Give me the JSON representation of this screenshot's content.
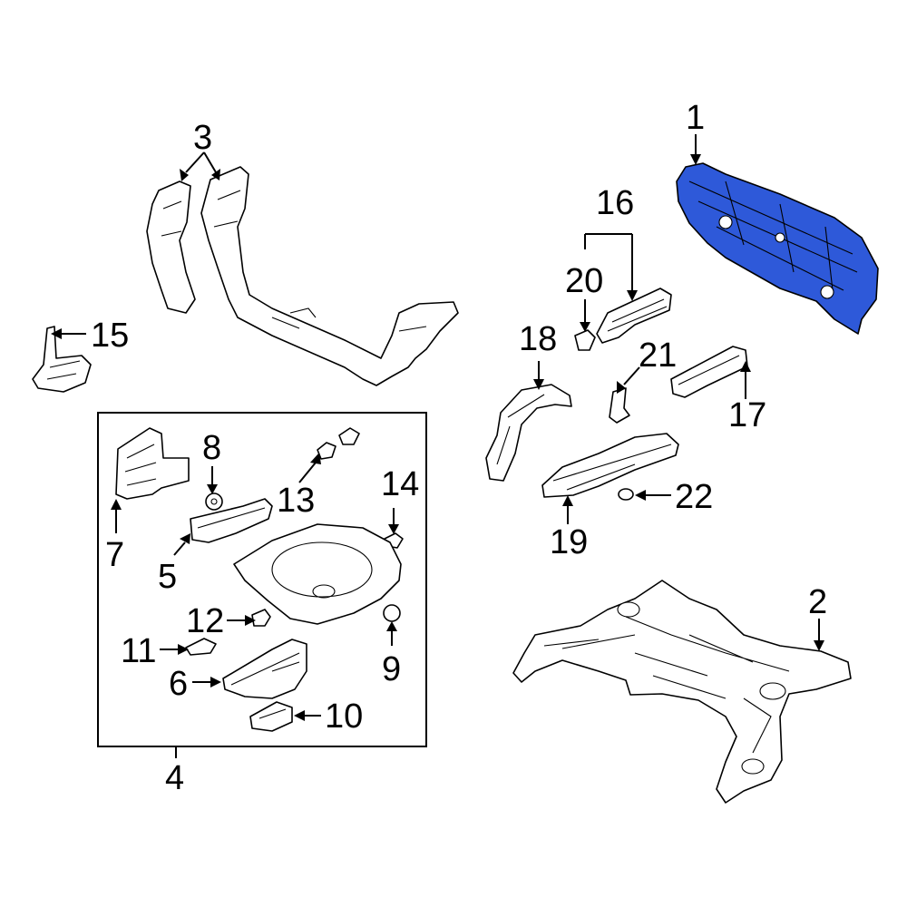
{
  "diagram": {
    "highlight_color": "#2e59d9",
    "line_color": "#000000",
    "background": "#ffffff",
    "callouts": [
      {
        "id": "c1",
        "text": "1"
      },
      {
        "id": "c2",
        "text": "2"
      },
      {
        "id": "c3",
        "text": "3"
      },
      {
        "id": "c4",
        "text": "4"
      },
      {
        "id": "c5",
        "text": "5"
      },
      {
        "id": "c6",
        "text": "6"
      },
      {
        "id": "c7",
        "text": "7"
      },
      {
        "id": "c8",
        "text": "8"
      },
      {
        "id": "c9",
        "text": "9"
      },
      {
        "id": "c10",
        "text": "10"
      },
      {
        "id": "c11",
        "text": "11"
      },
      {
        "id": "c12",
        "text": "12"
      },
      {
        "id": "c13",
        "text": "13"
      },
      {
        "id": "c14",
        "text": "14"
      },
      {
        "id": "c15",
        "text": "15"
      },
      {
        "id": "c16",
        "text": "16"
      },
      {
        "id": "c17",
        "text": "17"
      },
      {
        "id": "c18",
        "text": "18"
      },
      {
        "id": "c19",
        "text": "19"
      },
      {
        "id": "c20",
        "text": "20"
      },
      {
        "id": "c21",
        "text": "21"
      },
      {
        "id": "c22",
        "text": "22"
      }
    ]
  }
}
